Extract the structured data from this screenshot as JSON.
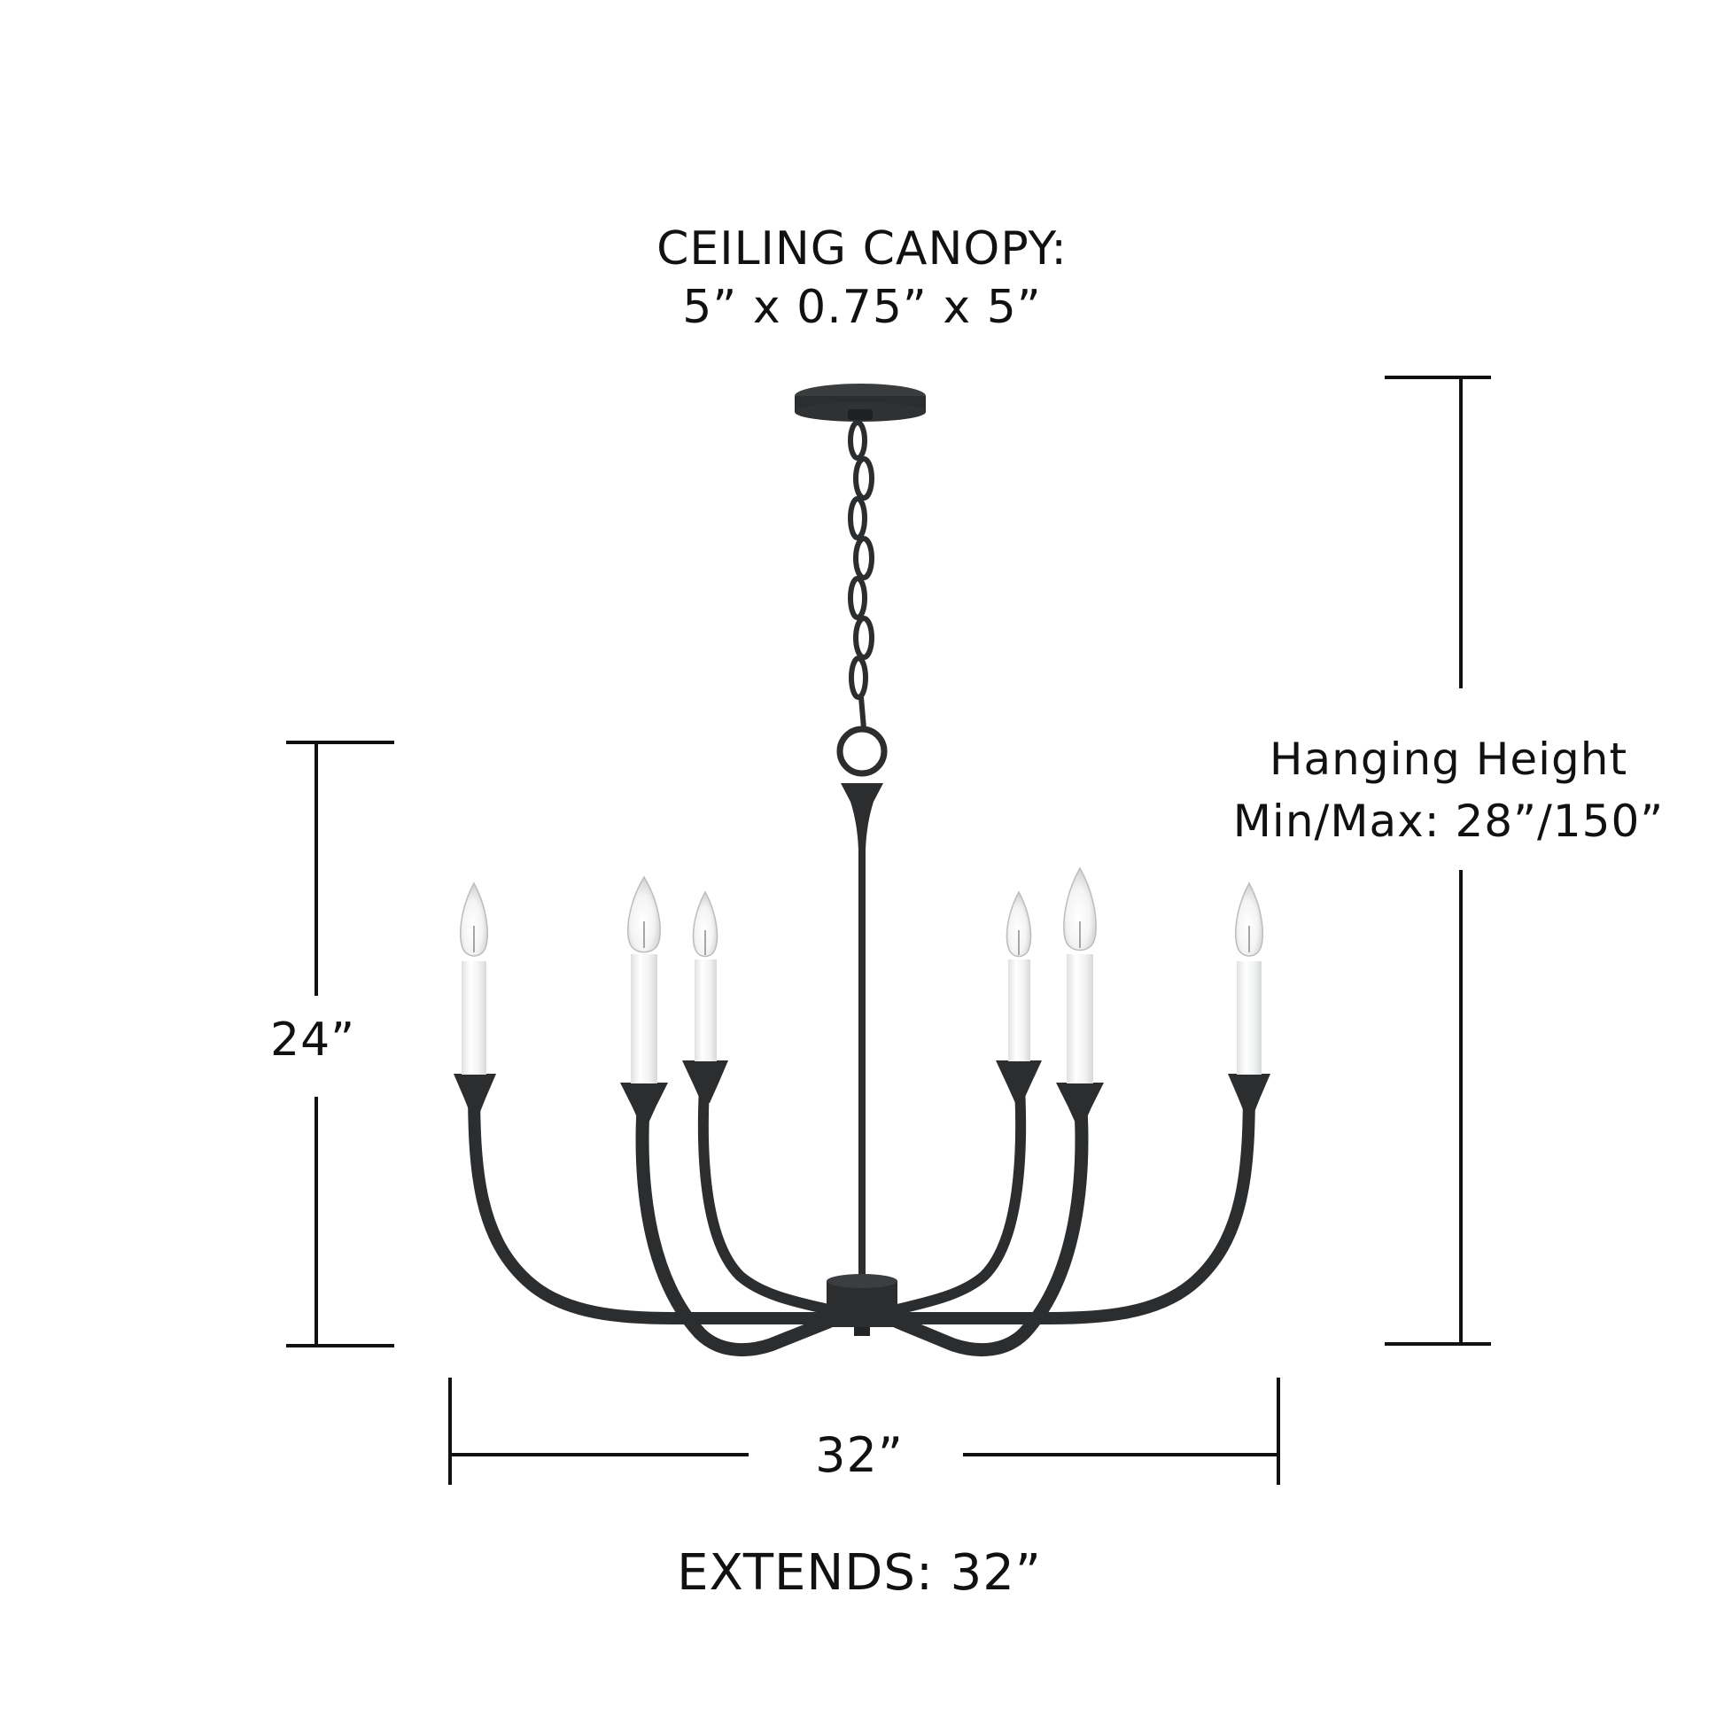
{
  "product_diagram": {
    "title": "Six-light chandelier dimension diagram",
    "ceiling_canopy": {
      "heading": "CEILING CANOPY:",
      "dimensions": "5” x 0.75” x 5”"
    },
    "hanging_height": {
      "line1": "Hanging Height",
      "line2": "Min/Max: 28”/150”"
    },
    "fixture_height": {
      "label": "24”"
    },
    "fixture_width": {
      "label": "32”"
    },
    "extends": {
      "label": "EXTENDS: 32”"
    },
    "fixture": {
      "light_count": 6,
      "finish_color": "#2b2d2f",
      "sleeve_color": "#f3f4f5",
      "bulb_type": "candelabra-flame-tip-icon"
    },
    "colors": {
      "background": "#ffffff",
      "dimension_line": "#111111",
      "text": "#111111"
    }
  }
}
